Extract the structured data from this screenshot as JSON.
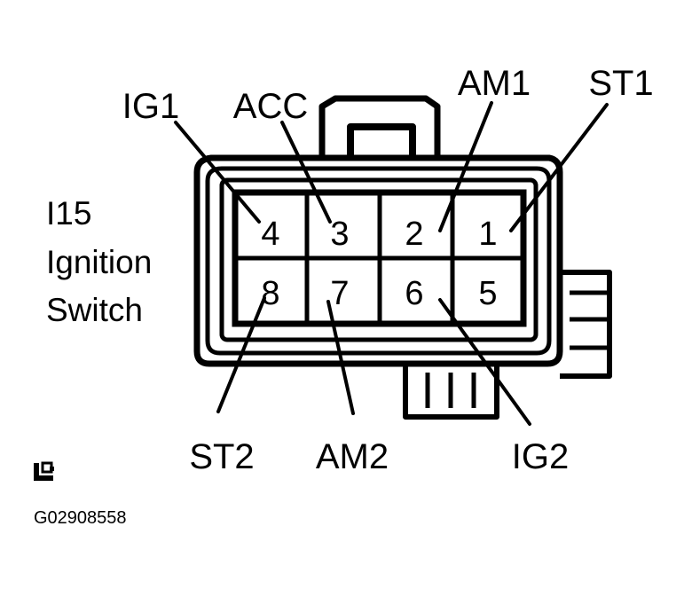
{
  "connector": {
    "title_line1": "I15",
    "title_line2": "Ignition",
    "title_line3": "Switch"
  },
  "pins": {
    "p1": "1",
    "p2": "2",
    "p3": "3",
    "p4": "4",
    "p5": "5",
    "p6": "6",
    "p7": "7",
    "p8": "8"
  },
  "labels": {
    "ig1": "IG1",
    "acc": "ACC",
    "am1": "AM1",
    "st1": "ST1",
    "st2": "ST2",
    "am2": "AM2",
    "ig2": "IG2"
  },
  "footer": {
    "figure_code": "G02908558",
    "icon": "wire-harness-symbol-icon"
  }
}
